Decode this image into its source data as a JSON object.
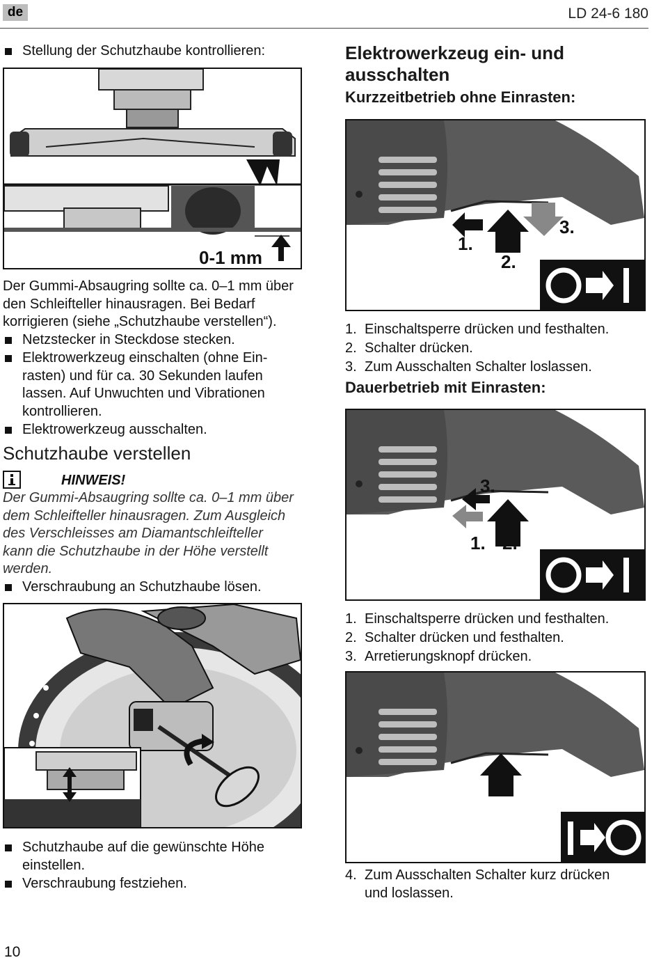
{
  "header": {
    "lang": "de",
    "model": "LD 24-6 180"
  },
  "left": {
    "bullet_check": "Stellung der Schutzhaube kontrollieren:",
    "fig1_label": "0-1 mm",
    "para1": [
      "Der Gummi-Absaugring sollte ca. 0–1 mm über",
      "den Schleifteller hinausragen. Bei Bedarf",
      "korrigieren (siehe „Schutzhaube verstellen“)."
    ],
    "bullet_plug": "Netzstecker in Steckdose stecken.",
    "bullet_switch_on": [
      "Elektrowerkzeug einschalten (ohne Ein-",
      "rasten) und für ca. 30 Sekunden laufen",
      "lassen. Auf Unwuchten und Vibrationen",
      "kontrollieren."
    ],
    "bullet_switch_off": "Elektrowerkzeug ausschalten.",
    "heading_guard": "Schutzhaube verstellen",
    "note_title": "HINWEIS!",
    "note_text": [
      "Der Gummi-Absaugring sollte ca. 0–1 mm über",
      "dem Schleifteller hinausragen. Zum Ausgleich",
      "des Verschleisses am Diamantschleifteller",
      "kann die Schutzhaube in der Höhe verstellt",
      "werden."
    ],
    "bullet_loosen": "Verschraubung an Schutzhaube lösen.",
    "bullet_height": [
      "Schutzhaube auf die gewünschte Höhe",
      "einstellen."
    ],
    "bullet_tighten": "Verschraubung festziehen."
  },
  "right": {
    "heading_onoff": [
      "Elektrowerkzeug ein- und",
      "ausschalten"
    ],
    "sub_short": "Kurzzeitbetrieb ohne Einrasten:",
    "fig_short_labels": [
      "1.",
      "2.",
      "3."
    ],
    "steps_short": [
      {
        "n": "1.",
        "t": "Einschaltsperre drücken und festhalten."
      },
      {
        "n": "2.",
        "t": "Schalter drücken."
      },
      {
        "n": "3.",
        "t": "Zum Ausschalten Schalter loslassen."
      }
    ],
    "sub_continuous": "Dauerbetrieb mit Einrasten:",
    "fig_cont_labels": [
      "3.",
      "1.",
      "2."
    ],
    "steps_continuous": [
      {
        "n": "1.",
        "t": "Einschaltsperre drücken und festhalten."
      },
      {
        "n": "2.",
        "t": "Schalter drücken und festhalten."
      },
      {
        "n": "3.",
        "t": "Arretierungsknopf drücken."
      }
    ],
    "step4": {
      "n": "4.",
      "t": [
        "Zum Ausschalten Schalter kurz drücken",
        "und loslassen."
      ]
    }
  },
  "page_number": "10"
}
